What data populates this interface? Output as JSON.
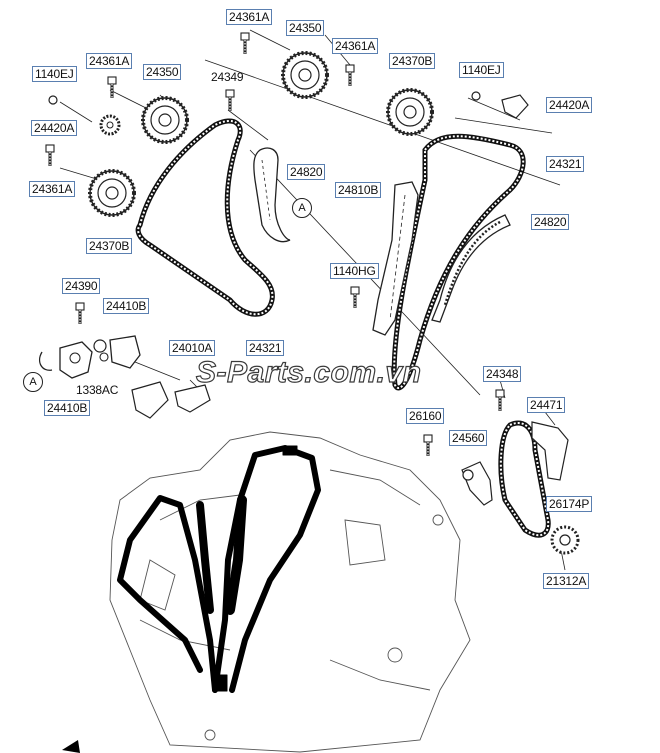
{
  "watermark": "S-Parts.com.vn",
  "callout_letter": "A",
  "parts": {
    "p24361A_top": "24361A",
    "p24350_top": "24350",
    "p24361A_mid": "24361A",
    "p24370B_top": "24370B",
    "p1140EJ_right": "1140EJ",
    "p24420A_right": "24420A",
    "p24361A_left": "24361A",
    "p1140EJ_left": "1140EJ",
    "p24350_left": "24350",
    "p24349": "24349",
    "p24420A_left": "24420A",
    "p24820_left": "24820",
    "p24321_right": "24321",
    "p24810B": "24810B",
    "p24361A_low": "24361A",
    "p24820_right": "24820",
    "p24370B_left": "24370B",
    "p1140HG": "1140HG",
    "p24390": "24390",
    "p24410B_top": "24410B",
    "p24010A": "24010A",
    "p24321_left": "24321",
    "p1338AC": "1338AC",
    "p24410B_bottom": "24410B",
    "p24348": "24348",
    "p24471": "24471",
    "p26160": "26160",
    "p24560": "24560",
    "p26174P": "26174P",
    "p21312A": "21312A"
  }
}
